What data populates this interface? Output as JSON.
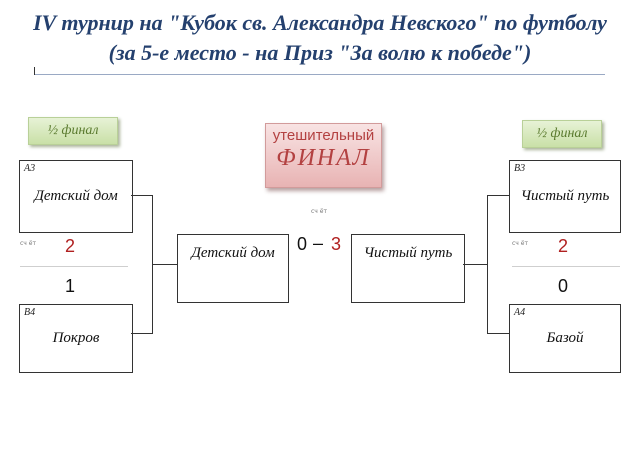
{
  "header": {
    "line1": "IV турнир на \"Кубок св. Александра Невского\" по футболу",
    "line2": "(за 5-е место - на Приз \"За волю к победе\")"
  },
  "semifinal_label": "½ финал",
  "final_badge": {
    "line1": "утешительный",
    "line2": "ФИНАЛ"
  },
  "score_label": "сч ёт",
  "left": {
    "top": {
      "seed": "А3",
      "team": "Детский дом",
      "score": "2"
    },
    "bottom": {
      "seed": "В4",
      "team": "Покров",
      "score": "1"
    }
  },
  "right": {
    "top": {
      "seed": "В3",
      "team": "Чистый путь",
      "score": "2"
    },
    "bottom": {
      "seed": "А4",
      "team": "Базой",
      "score": "0"
    }
  },
  "final": {
    "left_team": "Детский дом",
    "right_team": "Чистый путь",
    "left_score": "0",
    "dash": "–",
    "right_score": "3"
  },
  "colors": {
    "title": "#24406e",
    "winner_score": "#b02020",
    "stage_badge": "#c9e0a7",
    "final_badge": "#e8b3b3"
  }
}
